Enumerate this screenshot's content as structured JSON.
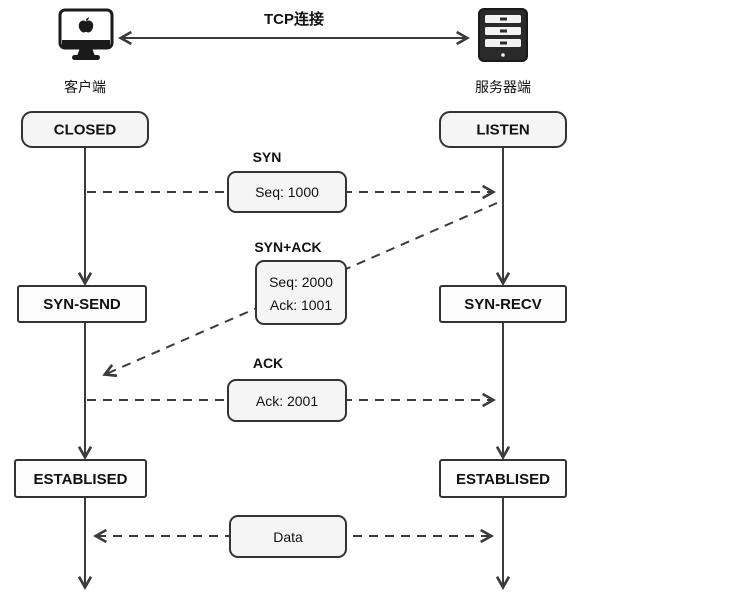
{
  "connection_label": "TCP连接",
  "client": {
    "name": "客户端",
    "state_closed": "CLOSED",
    "state_syn_send": "SYN-SEND",
    "state_established": "ESTABLISED"
  },
  "server": {
    "name": "服务器端",
    "state_listen": "LISTEN",
    "state_syn_recv": "SYN-RECV",
    "state_established": "ESTABLISED"
  },
  "messages": {
    "syn": {
      "label": "SYN",
      "seq": "Seq: 1000"
    },
    "syn_ack": {
      "label": "SYN+ACK",
      "seq": "Seq: 2000",
      "ack": "Ack: 1001"
    },
    "ack": {
      "label": "ACK",
      "ack": "Ack: 2001"
    },
    "data": {
      "label": "Data"
    }
  },
  "colors": {
    "line": "#3b3b3b",
    "rounded_box_fill": "#f5f5f5",
    "state_box_fill": "#fcfcfc",
    "box_border": "#333333"
  }
}
